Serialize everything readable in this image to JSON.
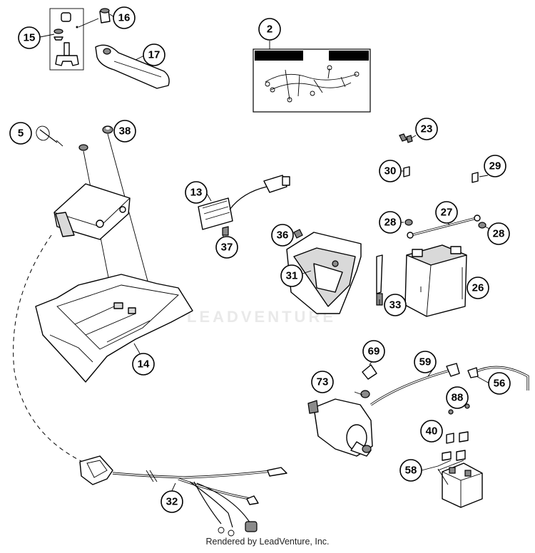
{
  "callouts": [
    "15",
    "16",
    "17",
    "2",
    "5",
    "38",
    "23",
    "13",
    "30",
    "29",
    "28",
    "27",
    "28",
    "36",
    "37",
    "31",
    "33",
    "26",
    "14",
    "69",
    "59",
    "56",
    "73",
    "88",
    "40",
    "58",
    "32"
  ],
  "watermark": {
    "text": "LEADVENTURE"
  },
  "footer": {
    "credit": "Rendered by LeadVenture, Inc."
  }
}
